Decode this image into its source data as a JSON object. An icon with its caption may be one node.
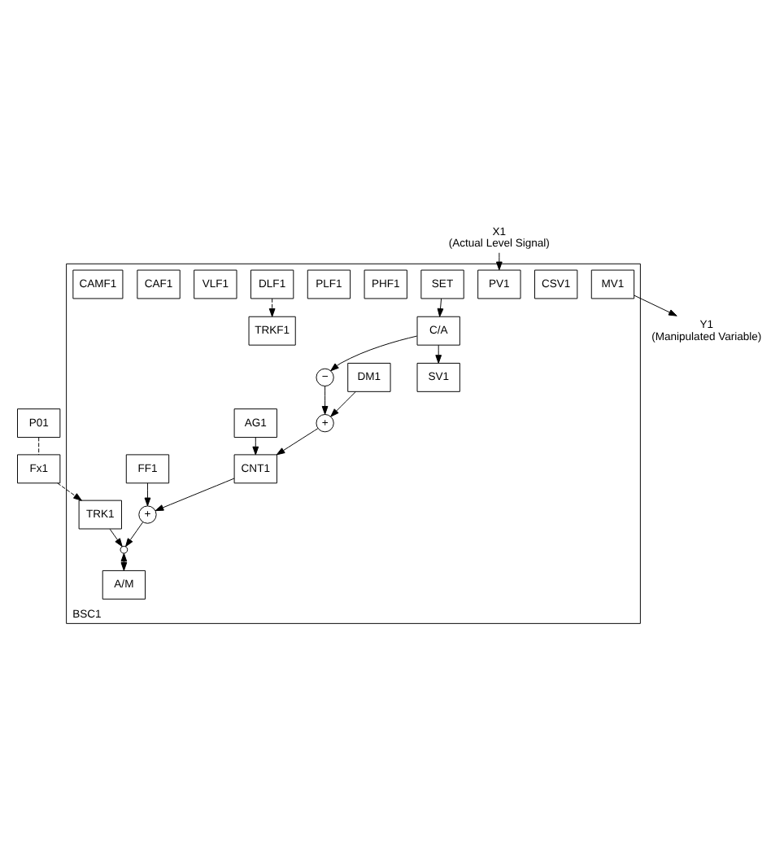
{
  "diagram": {
    "nodes": [
      {
        "text": [
          "BSC1"
        ]
      },
      {
        "text": [
          "SET"
        ],
        "in": 0
      },
      {
        "text": [
          "CSV1"
        ],
        "in": 0
      },
      {
        "text": [
          "C/A"
        ],
        "in": 0
      },
      {
        "text": [
          "PV1"
        ],
        "in": 0
      },
      {
        "text": [
          "SV1"
        ],
        "in": 0
      },
      {
        "text": [
          "DM1"
        ],
        "in": 0
      },
      {
        "text": [
          "AG1"
        ],
        "in": 0
      },
      {
        "text": [
          "CNT1"
        ],
        "in": 0
      },
      {
        "text": [
          "FF1"
        ],
        "in": 0
      },
      {
        "text": [
          "TRK1"
        ],
        "in": 0
      },
      {
        "text": [
          "−"
        ],
        "in": 0
      },
      {
        "text": [
          "+"
        ],
        "in": 0
      },
      {
        "text": [
          "+"
        ],
        "in": 0
      },
      {
        "text": [],
        "shape": "circle",
        "in": 0
      },
      {
        "text": [
          "A/M"
        ],
        "in": 0
      },
      {
        "text": [
          "MV1"
        ],
        "in": 0
      },
      {
        "text": [
          "PHF1"
        ],
        "in": 0
      },
      {
        "text": [
          "PLF1"
        ],
        "in": 0
      },
      {
        "text": [
          "DLF1"
        ],
        "in": 0
      },
      {
        "text": [
          "VLF1"
        ],
        "in": 0
      },
      {
        "text": [
          "TRKF1"
        ],
        "in": 0
      },
      {
        "text": [
          "CAF1"
        ],
        "in": 0
      },
      {
        "text": [
          "CAMF1"
        ],
        "in": 0
      },
      {
        "text": [
          "P01"
        ]
      },
      {
        "text": [
          "Fx1"
        ]
      },
      {
        "text": [
          "X1",
          "(Actual Level Signal)"
        ]
      },
      {
        "text": [
          "Y1",
          "(Manipulated Variable)"
        ]
      }
    ],
    "edges": [
      {
        "from": 26,
        "to": 4,
        "arrow": "to"
      },
      {
        "from": 1,
        "to": 3,
        "arrow": "to"
      },
      {
        "from": 3,
        "to": 5,
        "arrow": "to"
      },
      {
        "from": 3,
        "to": 11,
        "arrow": "to"
      },
      {
        "from": 11,
        "to": 12,
        "arrow": "to"
      },
      {
        "from": 6,
        "to": 12,
        "arrow": "to"
      },
      {
        "from": 12,
        "to": 8,
        "arrow": "to"
      },
      {
        "from": 7,
        "to": 8,
        "arrow": "to"
      },
      {
        "from": 8,
        "to": 13,
        "arrow": "to"
      },
      {
        "from": 9,
        "to": 13,
        "arrow": "to"
      },
      {
        "from": 13,
        "to": 14,
        "arrow": "to"
      },
      {
        "from": 10,
        "to": 14,
        "arrow": "to"
      },
      {
        "from": 14,
        "to": 15,
        "arrow": "both"
      },
      {
        "from": 16,
        "to": 27,
        "arrow": "to"
      },
      {
        "from": 24,
        "to": 25,
        "arrow": "none",
        "style": "dashed"
      },
      {
        "from": 25,
        "to": 10,
        "arrow": "to",
        "style": "dashed"
      },
      {
        "from": 19,
        "to": 21,
        "arrow": "to",
        "style": "dashed"
      }
    ]
  }
}
